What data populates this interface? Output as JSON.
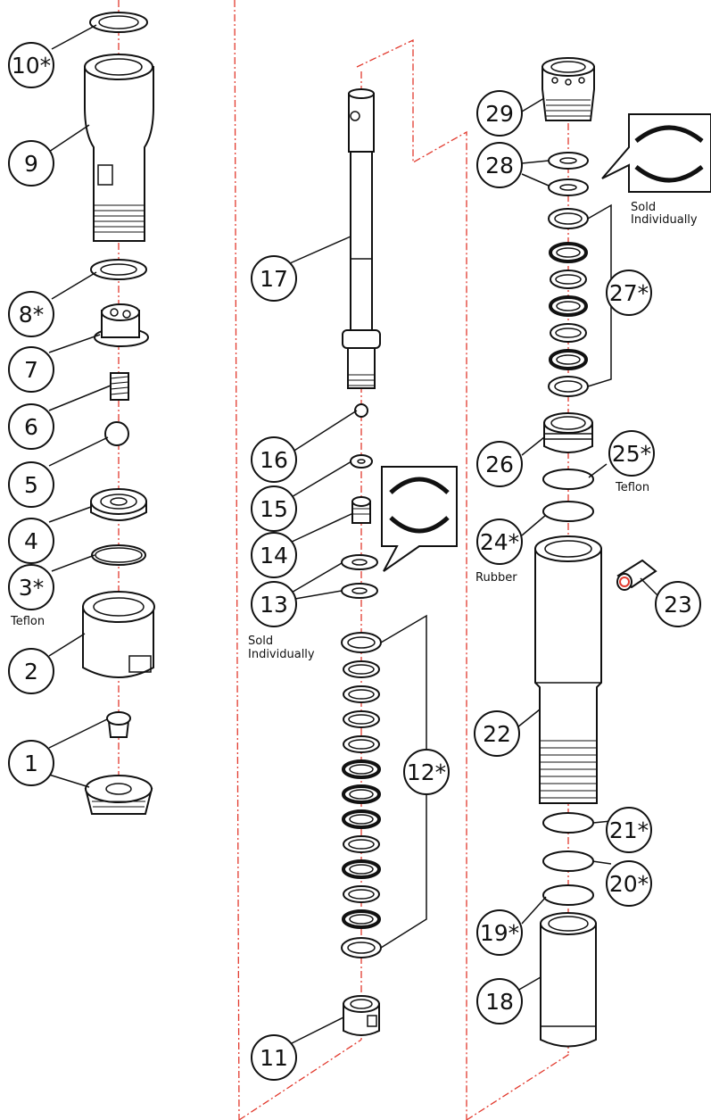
{
  "accent_color": "#e23a2e",
  "callouts": [
    {
      "number": "10*"
    },
    {
      "number": "9"
    },
    {
      "number": "8*"
    },
    {
      "number": "7"
    },
    {
      "number": "6"
    },
    {
      "number": "5"
    },
    {
      "number": "4"
    },
    {
      "number": "3*"
    },
    {
      "number": "2"
    },
    {
      "number": "1"
    },
    {
      "number": "17"
    },
    {
      "number": "16"
    },
    {
      "number": "15"
    },
    {
      "number": "14"
    },
    {
      "number": "13"
    },
    {
      "number": "12*"
    },
    {
      "number": "11"
    },
    {
      "number": "29"
    },
    {
      "number": "28"
    },
    {
      "number": "27*"
    },
    {
      "number": "26"
    },
    {
      "number": "25*"
    },
    {
      "number": "24*"
    },
    {
      "number": "23"
    },
    {
      "number": "22"
    },
    {
      "number": "21*"
    },
    {
      "number": "20*"
    },
    {
      "number": "19*"
    },
    {
      "number": "18"
    }
  ],
  "notes": {
    "teflon_left": "Teflon",
    "sold_center_line1": "Sold",
    "sold_center_line2": "Individually",
    "sold_right_line1": "Sold",
    "sold_right_line2": "Individually",
    "teflon_right": "Teflon",
    "rubber": "Rubber"
  }
}
